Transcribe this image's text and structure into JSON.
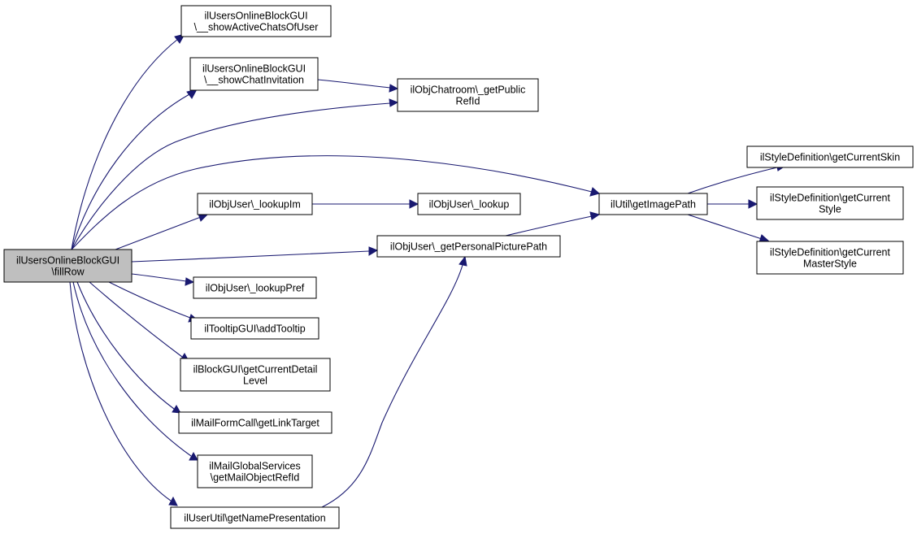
{
  "diagram": {
    "type": "call-graph",
    "nodes": [
      {
        "id": "root",
        "lines": [
          "ilUsersOnlineBlockGUI",
          "\\fillRow"
        ],
        "root": true
      },
      {
        "id": "showActiveChats",
        "lines": [
          "ilUsersOnlineBlockGUI",
          "\\__showActiveChatsOfUser"
        ]
      },
      {
        "id": "showChatInvitation",
        "lines": [
          "ilUsersOnlineBlockGUI",
          "\\__showChatInvitation"
        ]
      },
      {
        "id": "getPublicRefId",
        "lines": [
          "ilObjChatroom\\_getPublic",
          "RefId"
        ]
      },
      {
        "id": "lookupIm",
        "lines": [
          "ilObjUser\\_lookupIm"
        ]
      },
      {
        "id": "lookup",
        "lines": [
          "ilObjUser\\_lookup"
        ]
      },
      {
        "id": "getPersonalPicturePath",
        "lines": [
          "ilObjUser\\_getPersonalPicturePath"
        ]
      },
      {
        "id": "getImagePath",
        "lines": [
          "ilUtil\\getImagePath"
        ]
      },
      {
        "id": "getCurrentSkin",
        "lines": [
          "ilStyleDefinition\\getCurrentSkin"
        ]
      },
      {
        "id": "getCurrentStyle",
        "lines": [
          "ilStyleDefinition\\getCurrent",
          "Style"
        ]
      },
      {
        "id": "getCurrentMasterStyle",
        "lines": [
          "ilStyleDefinition\\getCurrent",
          "MasterStyle"
        ]
      },
      {
        "id": "lookupPref",
        "lines": [
          "ilObjUser\\_lookupPref"
        ]
      },
      {
        "id": "addTooltip",
        "lines": [
          "ilTooltipGUI\\addTooltip"
        ]
      },
      {
        "id": "getCurrentDetailLevel",
        "lines": [
          "ilBlockGUI\\getCurrentDetail",
          "Level"
        ]
      },
      {
        "id": "getLinkTarget",
        "lines": [
          "ilMailFormCall\\getLinkTarget"
        ]
      },
      {
        "id": "getMailObjectRefId",
        "lines": [
          "ilMailGlobalServices",
          "\\getMailObjectRefId"
        ]
      },
      {
        "id": "getNamePresentation",
        "lines": [
          "ilUserUtil\\getNamePresentation"
        ]
      }
    ],
    "edges": [
      {
        "from": "root",
        "to": "showActiveChats"
      },
      {
        "from": "root",
        "to": "showChatInvitation"
      },
      {
        "from": "root",
        "to": "getPublicRefId"
      },
      {
        "from": "root",
        "to": "getImagePath"
      },
      {
        "from": "root",
        "to": "lookupIm"
      },
      {
        "from": "root",
        "to": "getPersonalPicturePath"
      },
      {
        "from": "root",
        "to": "lookupPref"
      },
      {
        "from": "root",
        "to": "addTooltip"
      },
      {
        "from": "root",
        "to": "getCurrentDetailLevel"
      },
      {
        "from": "root",
        "to": "getLinkTarget"
      },
      {
        "from": "root",
        "to": "getMailObjectRefId"
      },
      {
        "from": "root",
        "to": "getNamePresentation"
      },
      {
        "from": "showChatInvitation",
        "to": "getPublicRefId"
      },
      {
        "from": "lookupIm",
        "to": "lookup"
      },
      {
        "from": "getPersonalPicturePath",
        "to": "getImagePath"
      },
      {
        "from": "getImagePath",
        "to": "getCurrentSkin"
      },
      {
        "from": "getImagePath",
        "to": "getCurrentStyle"
      },
      {
        "from": "getImagePath",
        "to": "getCurrentMasterStyle"
      },
      {
        "from": "getNamePresentation",
        "to": "getPersonalPicturePath"
      }
    ],
    "colors": {
      "edge": "#191970",
      "root_fill": "#bfbfbf",
      "node_fill": "#ffffff",
      "border": "#000000"
    }
  }
}
